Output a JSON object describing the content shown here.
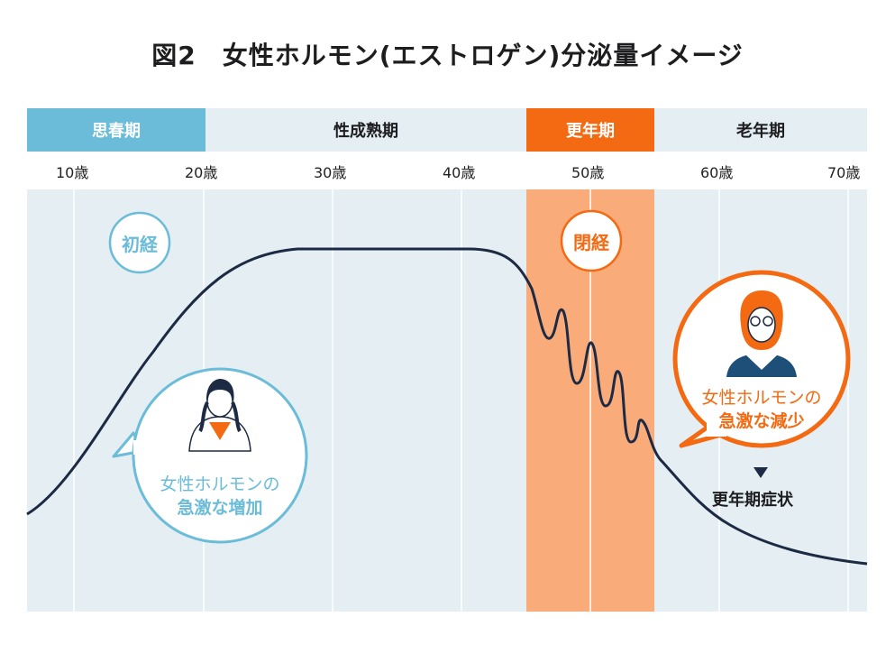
{
  "title": "図2　女性ホルモン(エストロゲン)分泌量イメージ",
  "phases": {
    "puberty": "思春期",
    "maturity": "性成熟期",
    "menopause": "更年期",
    "senescence": "老年期"
  },
  "ages": [
    "10歳",
    "20歳",
    "30歳",
    "40歳",
    "50歳",
    "60歳",
    "70歳"
  ],
  "markers": {
    "menarche": "初経",
    "menopause_event": "閉経"
  },
  "bubble_left": {
    "line1": "女性ホルモンの",
    "line2": "急激な増加"
  },
  "bubble_right": {
    "line1": "女性ホルモンの",
    "line2": "急激な減少"
  },
  "symptoms": "更年期症状",
  "colors": {
    "puberty_band": "#6bbcd9",
    "maturity_band": "#e4eef3",
    "menopause_band": "#f46a12",
    "menopause_area": "#f9ac7a",
    "chart_bg": "#e4eef3",
    "curve": "#1d2a44"
  }
}
